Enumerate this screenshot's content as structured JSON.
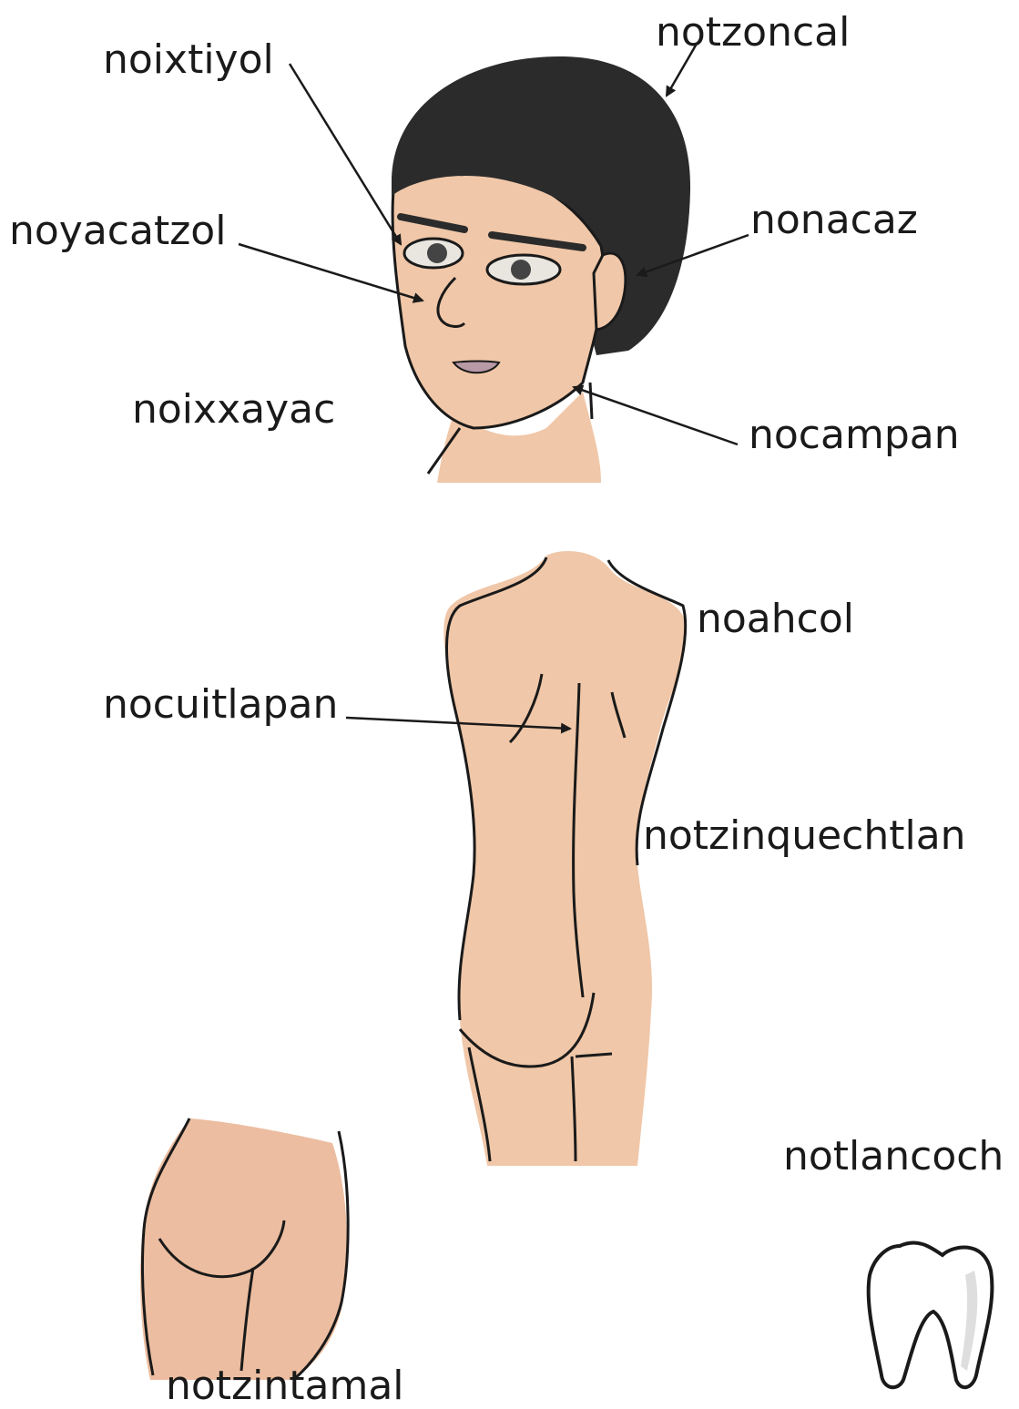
{
  "labels": {
    "hair": "notzoncal",
    "eye": "noixtiyol",
    "nose": "noyacatzol",
    "ear": "nonacaz",
    "face": "noixxayac",
    "neck": "nocampan",
    "shoulder": "noahcol",
    "back": "nocuitlapan",
    "waist": "notzinquechtlan",
    "tooth": "notlancoch",
    "buttocks": "notzintamal"
  },
  "colors": {
    "skin": "#f0c7a8",
    "skin_shade": "#e4a88a",
    "hair": "#2b2b2b",
    "ink": "#1a1a1a",
    "lips": "#b89aa6",
    "tooth_shade": "#dedede"
  }
}
